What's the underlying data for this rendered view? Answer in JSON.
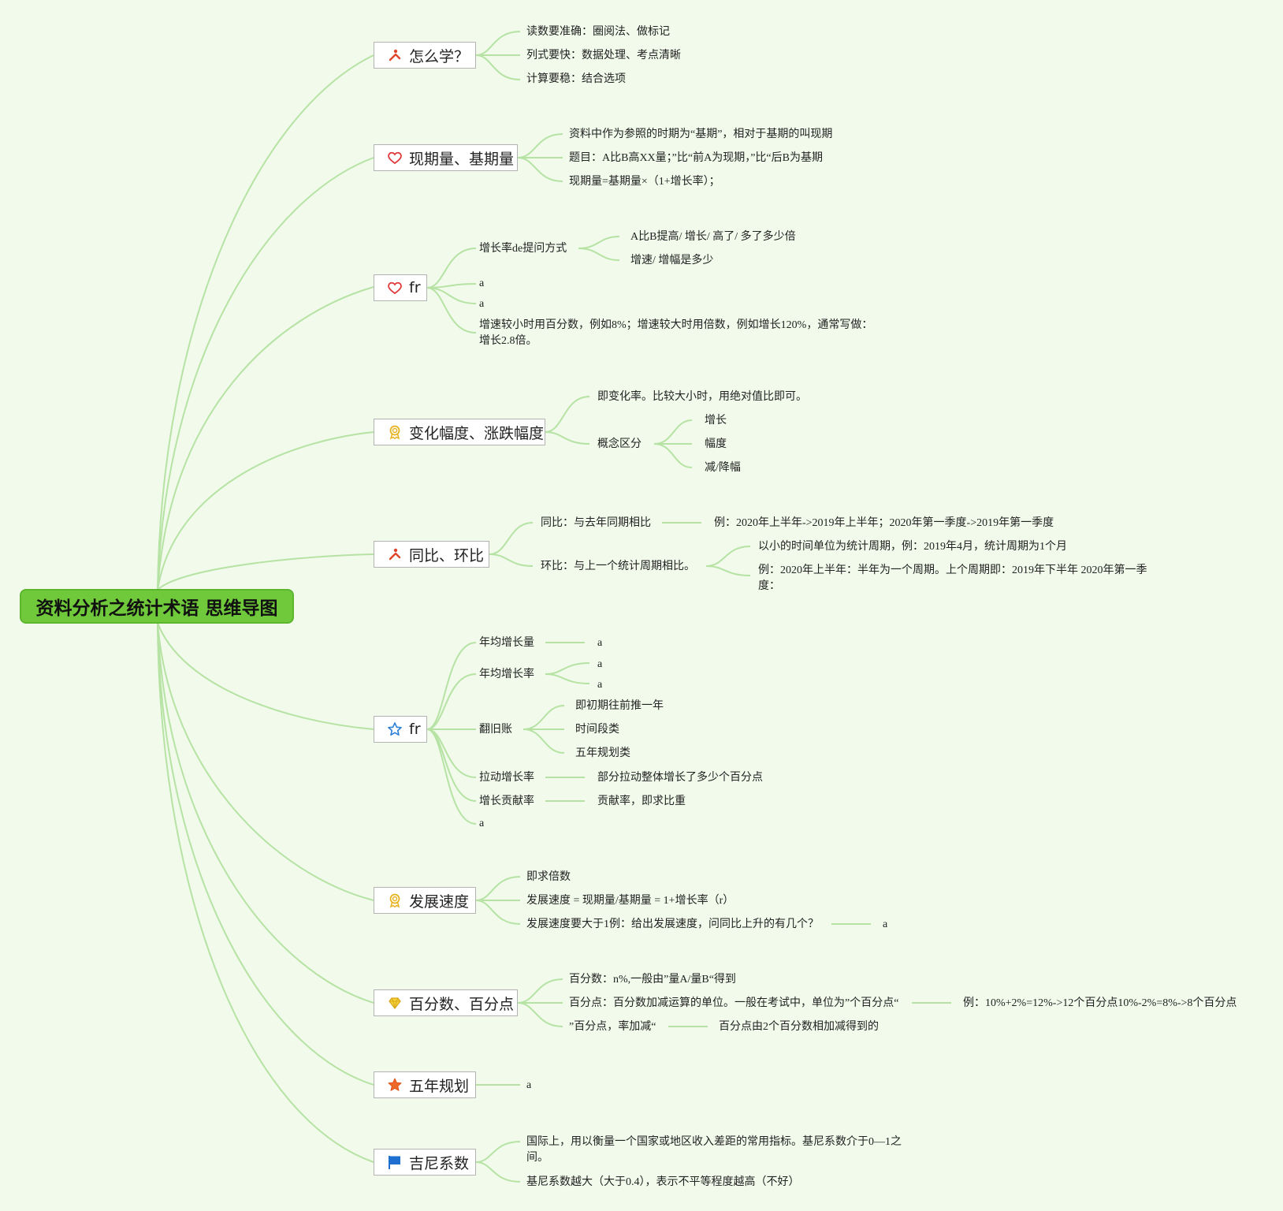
{
  "root": "资料分析之统计术语 思维导图",
  "topics": {
    "t1": {
      "label": "怎么学？",
      "icon": "tools-icon"
    },
    "t2": {
      "label": "现期量、基期量",
      "icon": "heart-icon"
    },
    "t3": {
      "label": "fr",
      "icon": "heart-icon"
    },
    "t4": {
      "label": "变化幅度、涨跌幅度",
      "icon": "medal-icon"
    },
    "t5": {
      "label": "同比、环比",
      "icon": "tools-icon"
    },
    "t6": {
      "label": "fr",
      "icon": "star-outline-icon"
    },
    "t7": {
      "label": "发展速度",
      "icon": "medal-icon"
    },
    "t8": {
      "label": "百分数、百分点",
      "icon": "diamond-icon"
    },
    "t9": {
      "label": "五年规划",
      "icon": "star-filled-icon"
    },
    "t10": {
      "label": "吉尼系数",
      "icon": "flag-icon"
    }
  },
  "nodes": {
    "n1": "读数要准确：圈阅法、做标记",
    "n2": "列式要快：数据处理、考点清晰",
    "n3": "计算要稳：结合选项",
    "n4": "资料中作为参照的时期为“基期”，相对于基期的叫现期",
    "n5": "题目：A比B高XX量；”比“前A为现期，”比“后B为基期",
    "n6": "现期量=基期量×（1+增长率）；",
    "n7": "增长率de提问方式",
    "n8": "A比B提高/ 增长/ 高了/ 多了多少倍",
    "n9": "增速/ 增幅是多少",
    "n10": "a",
    "n11": "a",
    "n12": "增速较小时用百分数，例如8%；增速较大时用倍数，例如增长120%，通常写做：增长2.8倍。",
    "n13": "即变化率。比较大小时，用绝对值比即可。",
    "n14": "概念区分",
    "n15": "增长",
    "n16": "幅度",
    "n17": "减/降幅",
    "n18": "同比：与去年同期相比",
    "n19": "例：2020年上半年->2019年上半年；2020年第一季度->2019年第一季度",
    "n20": "环比：与上一个统计周期相比。",
    "n21": "以小的时间单位为统计周期，例：2019年4月，统计周期为1个月",
    "n22": "例：2020年上半年：半年为一个周期。上个周期即：2019年下半年 2020年第一季度：",
    "n23": "年均增长量",
    "n24": "a",
    "n25": "年均增长率",
    "n26": "a",
    "n27": "a",
    "n28": "翻旧账",
    "n29": "即初期往前推一年",
    "n30": "时间段类",
    "n31": "五年规划类",
    "n32": "拉动增长率",
    "n33": "部分拉动整体增长了多少个百分点",
    "n34": "增长贡献率",
    "n35": "贡献率，即求比重",
    "n36": "a",
    "n37": "即求倍数",
    "n38": "发展速度 = 现期量/基期量 = 1+增长率（r）",
    "n39": "发展速度要大于1例：给出发展速度，问同比上升的有几个？",
    "n40": "a",
    "n41": "百分数：n%,一般由”量A/量B“得到",
    "n42": "百分点：百分数加减运算的单位。一般在考试中，单位为”个百分点“",
    "n43": "例：10%+2%=12%->12个百分点10%-2%=8%->8个百分点",
    "n44": "”百分点，率加减“",
    "n45": "百分点由2个百分数相加减得到的",
    "n46": "a",
    "n47": "国际上，用以衡量一个国家或地区收入差距的常用指标。基尼系数介于0—1之间。",
    "n48": "基尼系数越大（大于0.4），表示不平等程度越高（不好）"
  }
}
